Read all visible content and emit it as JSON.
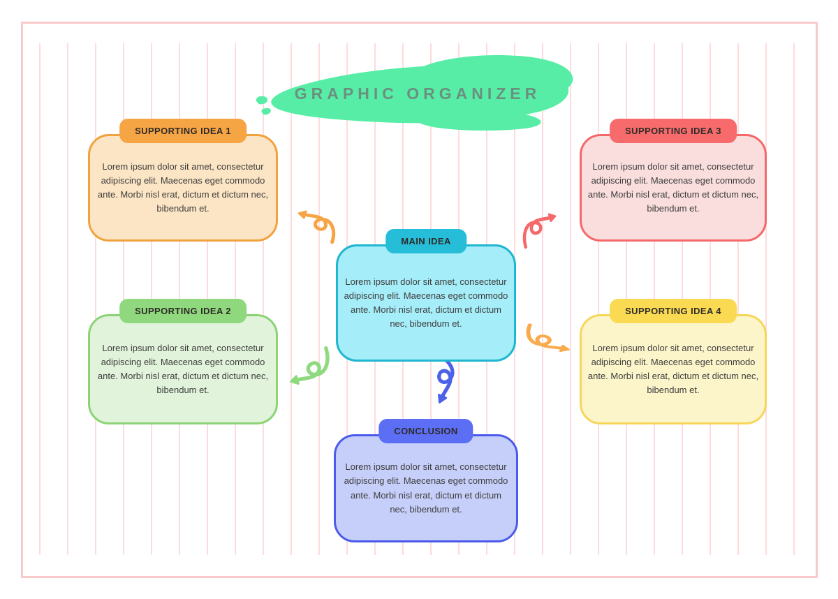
{
  "canvas": {
    "title": "GRAPHIC ORGANIZER",
    "title_color": "#6b9080",
    "brush_color": "#57eda6",
    "frame_color": "#f9caca",
    "line_color": "#fcdcdc"
  },
  "boxes": {
    "idea1": {
      "label": "SUPPORTING IDEA 1",
      "body": "Lorem ipsum dolor sit amet, consectetur adipiscing elit. Maecenas eget commodo ante. Morbi nisl erat, dictum et dictum nec, bibendum et.",
      "header_color": "#f6a544",
      "border_color": "#f1a23e",
      "fill_color": "#fce5c4"
    },
    "idea2": {
      "label": "SUPPORTING IDEA 2",
      "body": "Lorem ipsum dolor sit amet, consectetur adipiscing elit. Maecenas eget commodo ante. Morbi nisl erat, dictum et dictum nec, bibendum et.",
      "header_color": "#90d87d",
      "border_color": "#8bd376",
      "fill_color": "#e1f3da"
    },
    "idea3": {
      "label": "SUPPORTING IDEA 3",
      "body": "Lorem ipsum dolor sit amet, consectetur adipiscing elit. Maecenas eget commodo ante. Morbi nisl erat, dictum et dictum nec, bibendum et.",
      "header_color": "#f76b6c",
      "border_color": "#f5686a",
      "fill_color": "#fadddd"
    },
    "idea4": {
      "label": "SUPPORTING IDEA 4",
      "body": "Lorem ipsum dolor sit amet, consectetur adipiscing elit. Maecenas eget commodo ante. Morbi nisl erat, dictum et dictum nec, bibendum et.",
      "header_color": "#fada52",
      "border_color": "#f6d65a",
      "fill_color": "#fdf5ca"
    },
    "main": {
      "label": "MAIN IDEA",
      "body": "Lorem ipsum dolor sit amet, consectetur adipiscing elit. Maecenas eget commodo ante. Morbi nisl erat, dictum et dictum nec, bibendum et.",
      "header_color": "#25bdd7",
      "border_color": "#1eb6d0",
      "fill_color": "#a5edf8"
    },
    "conclusion": {
      "label": "CONCLUSION",
      "body": "Lorem ipsum dolor sit amet, consectetur adipiscing elit. Maecenas eget commodo ante. Morbi nisl erat, dictum et dictum nec, bibendum et.",
      "header_color": "#5b6ef4",
      "border_color": "#4a5aeb",
      "fill_color": "#c6cff9"
    }
  },
  "arrows": {
    "to_idea1": {
      "color": "#f7a544"
    },
    "to_idea2": {
      "color": "#8fd97e"
    },
    "to_idea3": {
      "color": "#f5696b"
    },
    "to_idea4": {
      "color": "#f8ab4d"
    },
    "to_conclusion": {
      "color": "#4c63e8"
    }
  }
}
